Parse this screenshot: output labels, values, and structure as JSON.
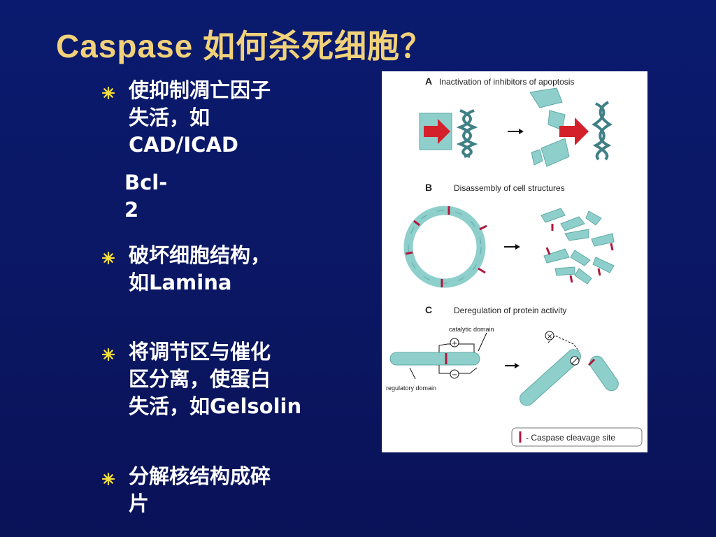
{
  "slide": {
    "title": "Caspase 如何杀死细胞？",
    "bullets": [
      {
        "lines": [
          "使抑制凋亡因子",
          "失活，如",
          "CAD/ICAD"
        ],
        "extra": "Bcl-2"
      },
      {
        "lines": [
          "破坏细胞结构，",
          "如Lamina"
        ]
      },
      {
        "lines": [
          "将调节区与催化",
          "区分离，使蛋白",
          "失活，如Gelsolin"
        ]
      },
      {
        "lines": [
          "分解核结构成碎",
          "片"
        ]
      }
    ]
  },
  "figure": {
    "panel_a": {
      "letter": "A",
      "caption": "Inactivation of inhibitors of apoptosis"
    },
    "panel_b": {
      "letter": "B",
      "caption": "Disassembly of cell structures"
    },
    "panel_c": {
      "letter": "C",
      "caption": "Deregulation of protein activity",
      "catalytic_label": "catalytic domain",
      "regulatory_label": "regulatory domain"
    },
    "legend": "- Caspase cleavage site",
    "colors": {
      "teal": "#8ecfcc",
      "teal_dark": "#5faaa6",
      "helix": "#3f7f86",
      "red": "#d4202a",
      "cleave": "#b0163b"
    }
  }
}
